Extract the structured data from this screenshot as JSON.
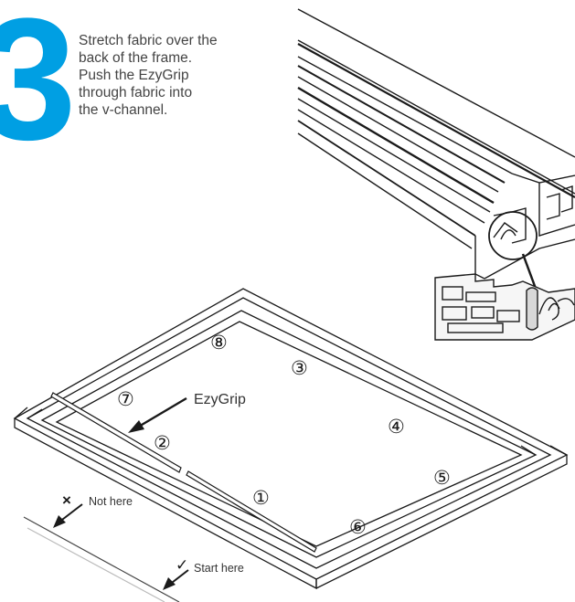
{
  "step": {
    "number": "3",
    "instructions": "Stretch fabric over the\nback of the frame.\nPush the EzyGrip\nthrough fabric into\nthe v-channel."
  },
  "labels": {
    "ezygrip": "EzyGrip",
    "not_here_mark": "×",
    "not_here": "Not here",
    "start_here_mark": "✓",
    "start_here": "Start here"
  },
  "sequence": [
    "①",
    "②",
    "③",
    "④",
    "⑤",
    "⑥",
    "⑦",
    "⑧"
  ],
  "colors": {
    "accent": "#009fe3",
    "line": "#1a1a1a",
    "text": "#444444"
  }
}
